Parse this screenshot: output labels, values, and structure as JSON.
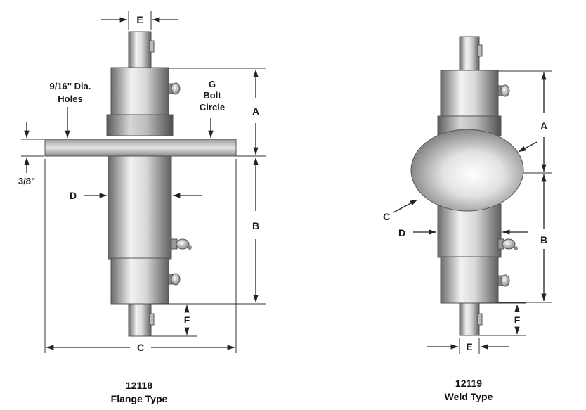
{
  "flange": {
    "labels": {
      "e": "E",
      "g_line1": "G",
      "g_line2": "Bolt",
      "g_line3": "Circle",
      "holes_line1": "9/16'' Dia.",
      "holes_line2": "Holes",
      "a": "A",
      "b": "B",
      "c": "C",
      "d": "D",
      "f": "F",
      "thickness": "3/8\""
    },
    "caption_number": "12118",
    "caption_name": "Flange Type"
  },
  "weld": {
    "labels": {
      "a": "A",
      "b": "B",
      "c": "C",
      "d": "D",
      "e": "E",
      "f": "F"
    },
    "caption_number": "12119",
    "caption_name": "Weld Type"
  },
  "colors": {
    "metal_dark": "#6e6e6e",
    "metal_light": "#f4f4f4",
    "line": "#222222"
  }
}
